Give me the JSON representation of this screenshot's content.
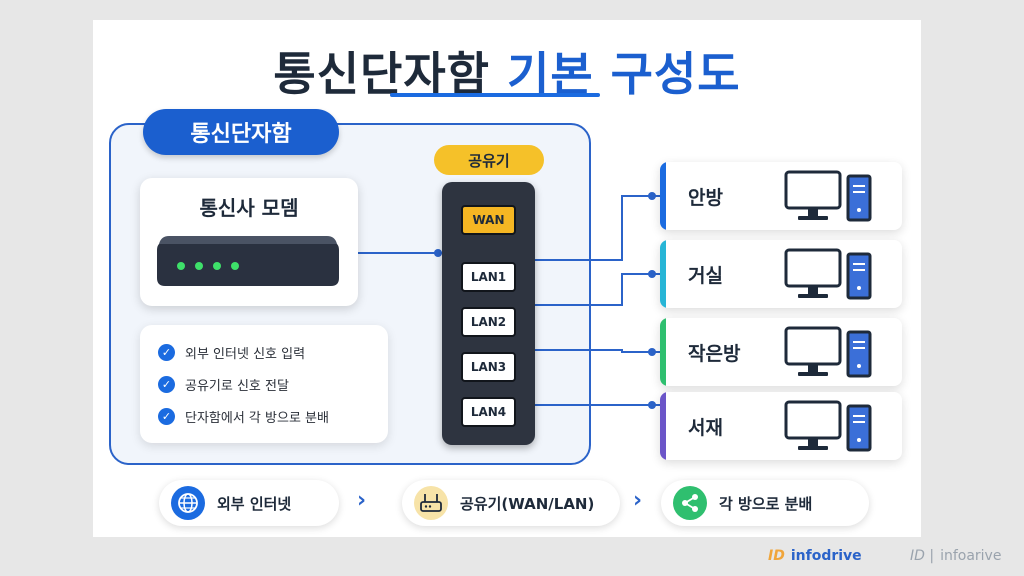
{
  "title": {
    "main": "통신단자함",
    "accent": "기본 구성도"
  },
  "panel": {
    "label": "통신단자함"
  },
  "modem": {
    "label": "통신사 모뎀"
  },
  "checklist": [
    "외부 인터넷 신호 입력",
    "공유기로 신호 전달",
    "단자함에서 각 방으로 분배"
  ],
  "router": {
    "label": "공유기",
    "ports": [
      "WAN",
      "LAN1",
      "LAN2",
      "LAN3",
      "LAN4"
    ]
  },
  "rooms": [
    {
      "name": "안방",
      "color": "#1b6be0"
    },
    {
      "name": "거실",
      "color": "#27b5d6"
    },
    {
      "name": "작은방",
      "color": "#2fbf6f"
    },
    {
      "name": "서재",
      "color": "#6b55c8"
    }
  ],
  "flow": [
    {
      "label": "외부 인터넷",
      "icon": "globe-icon"
    },
    {
      "label": "공유기(WAN/LAN)",
      "icon": "router-icon"
    },
    {
      "label": "각 방으로 분배",
      "icon": "share-icon"
    }
  ],
  "watermark": {
    "brand": "infodrive",
    "brand_faded": "infoarive"
  },
  "colors": {
    "primary": "#1b5fcf",
    "router_tag": "#f5c129",
    "wan_port": "#f5b623",
    "router_body": "#2e3440"
  }
}
